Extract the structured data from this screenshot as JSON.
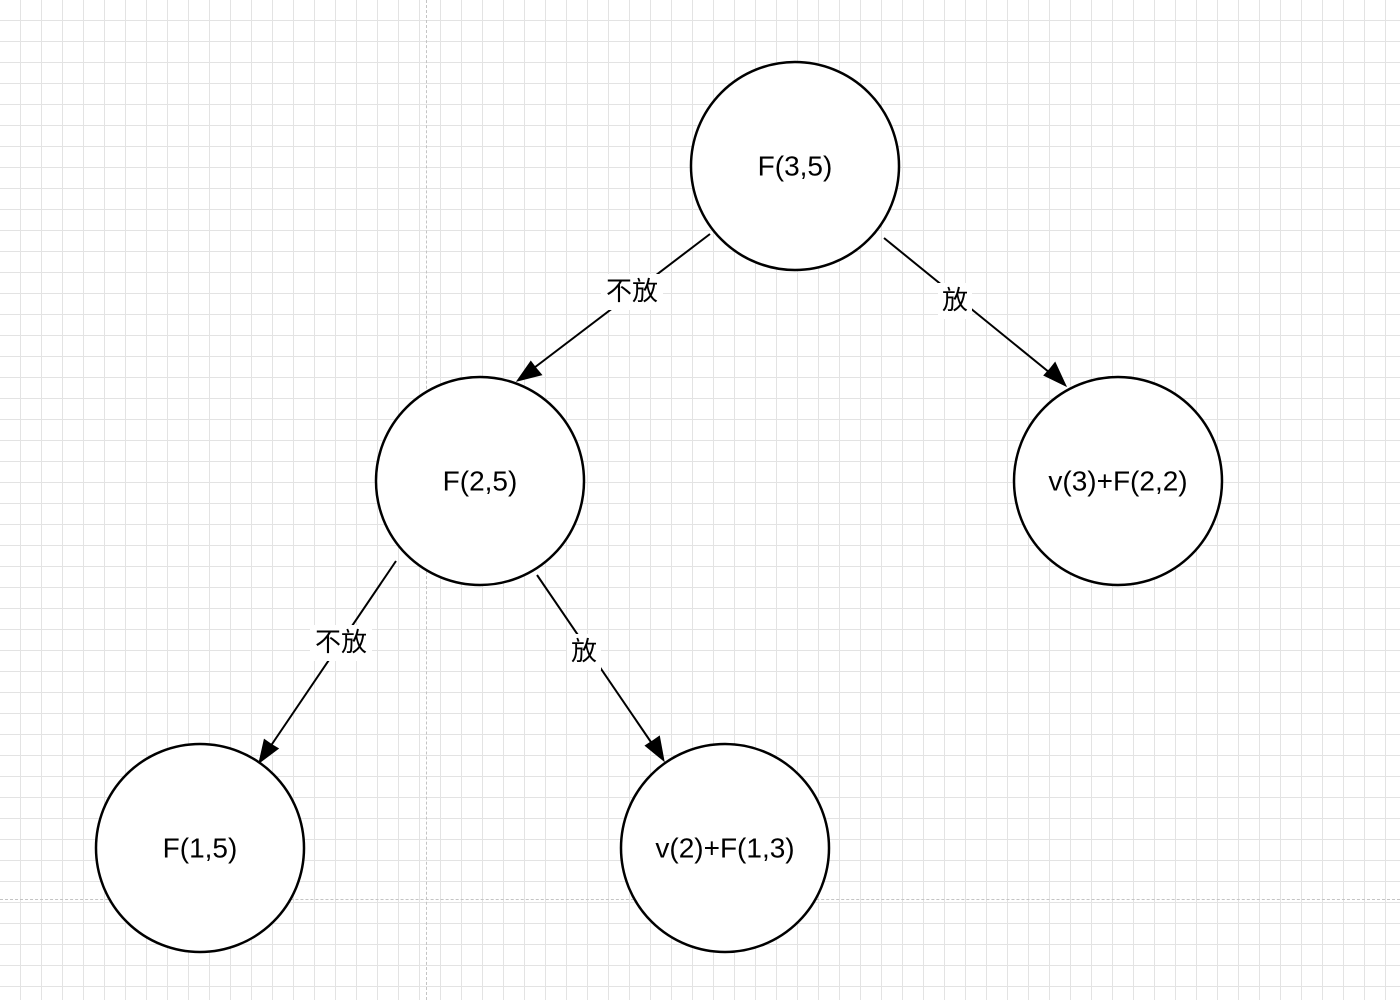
{
  "colors": {
    "background": "#ffffff",
    "grid": "#e3e3e3",
    "page_break": "#c4c4c4",
    "stroke": "#000000"
  },
  "nodes": {
    "root": {
      "label": "F(3,5)"
    },
    "left": {
      "label": "F(2,5)"
    },
    "right": {
      "label": "v(3)+F(2,2)"
    },
    "left_left": {
      "label": "F(1,5)"
    },
    "left_right": {
      "label": "v(2)+F(1,3)"
    }
  },
  "edges": {
    "root_to_left": {
      "label": "不放"
    },
    "root_to_right": {
      "label": "放"
    },
    "left_to_left_left": {
      "label": "不放"
    },
    "left_to_left_right": {
      "label": "放"
    }
  }
}
